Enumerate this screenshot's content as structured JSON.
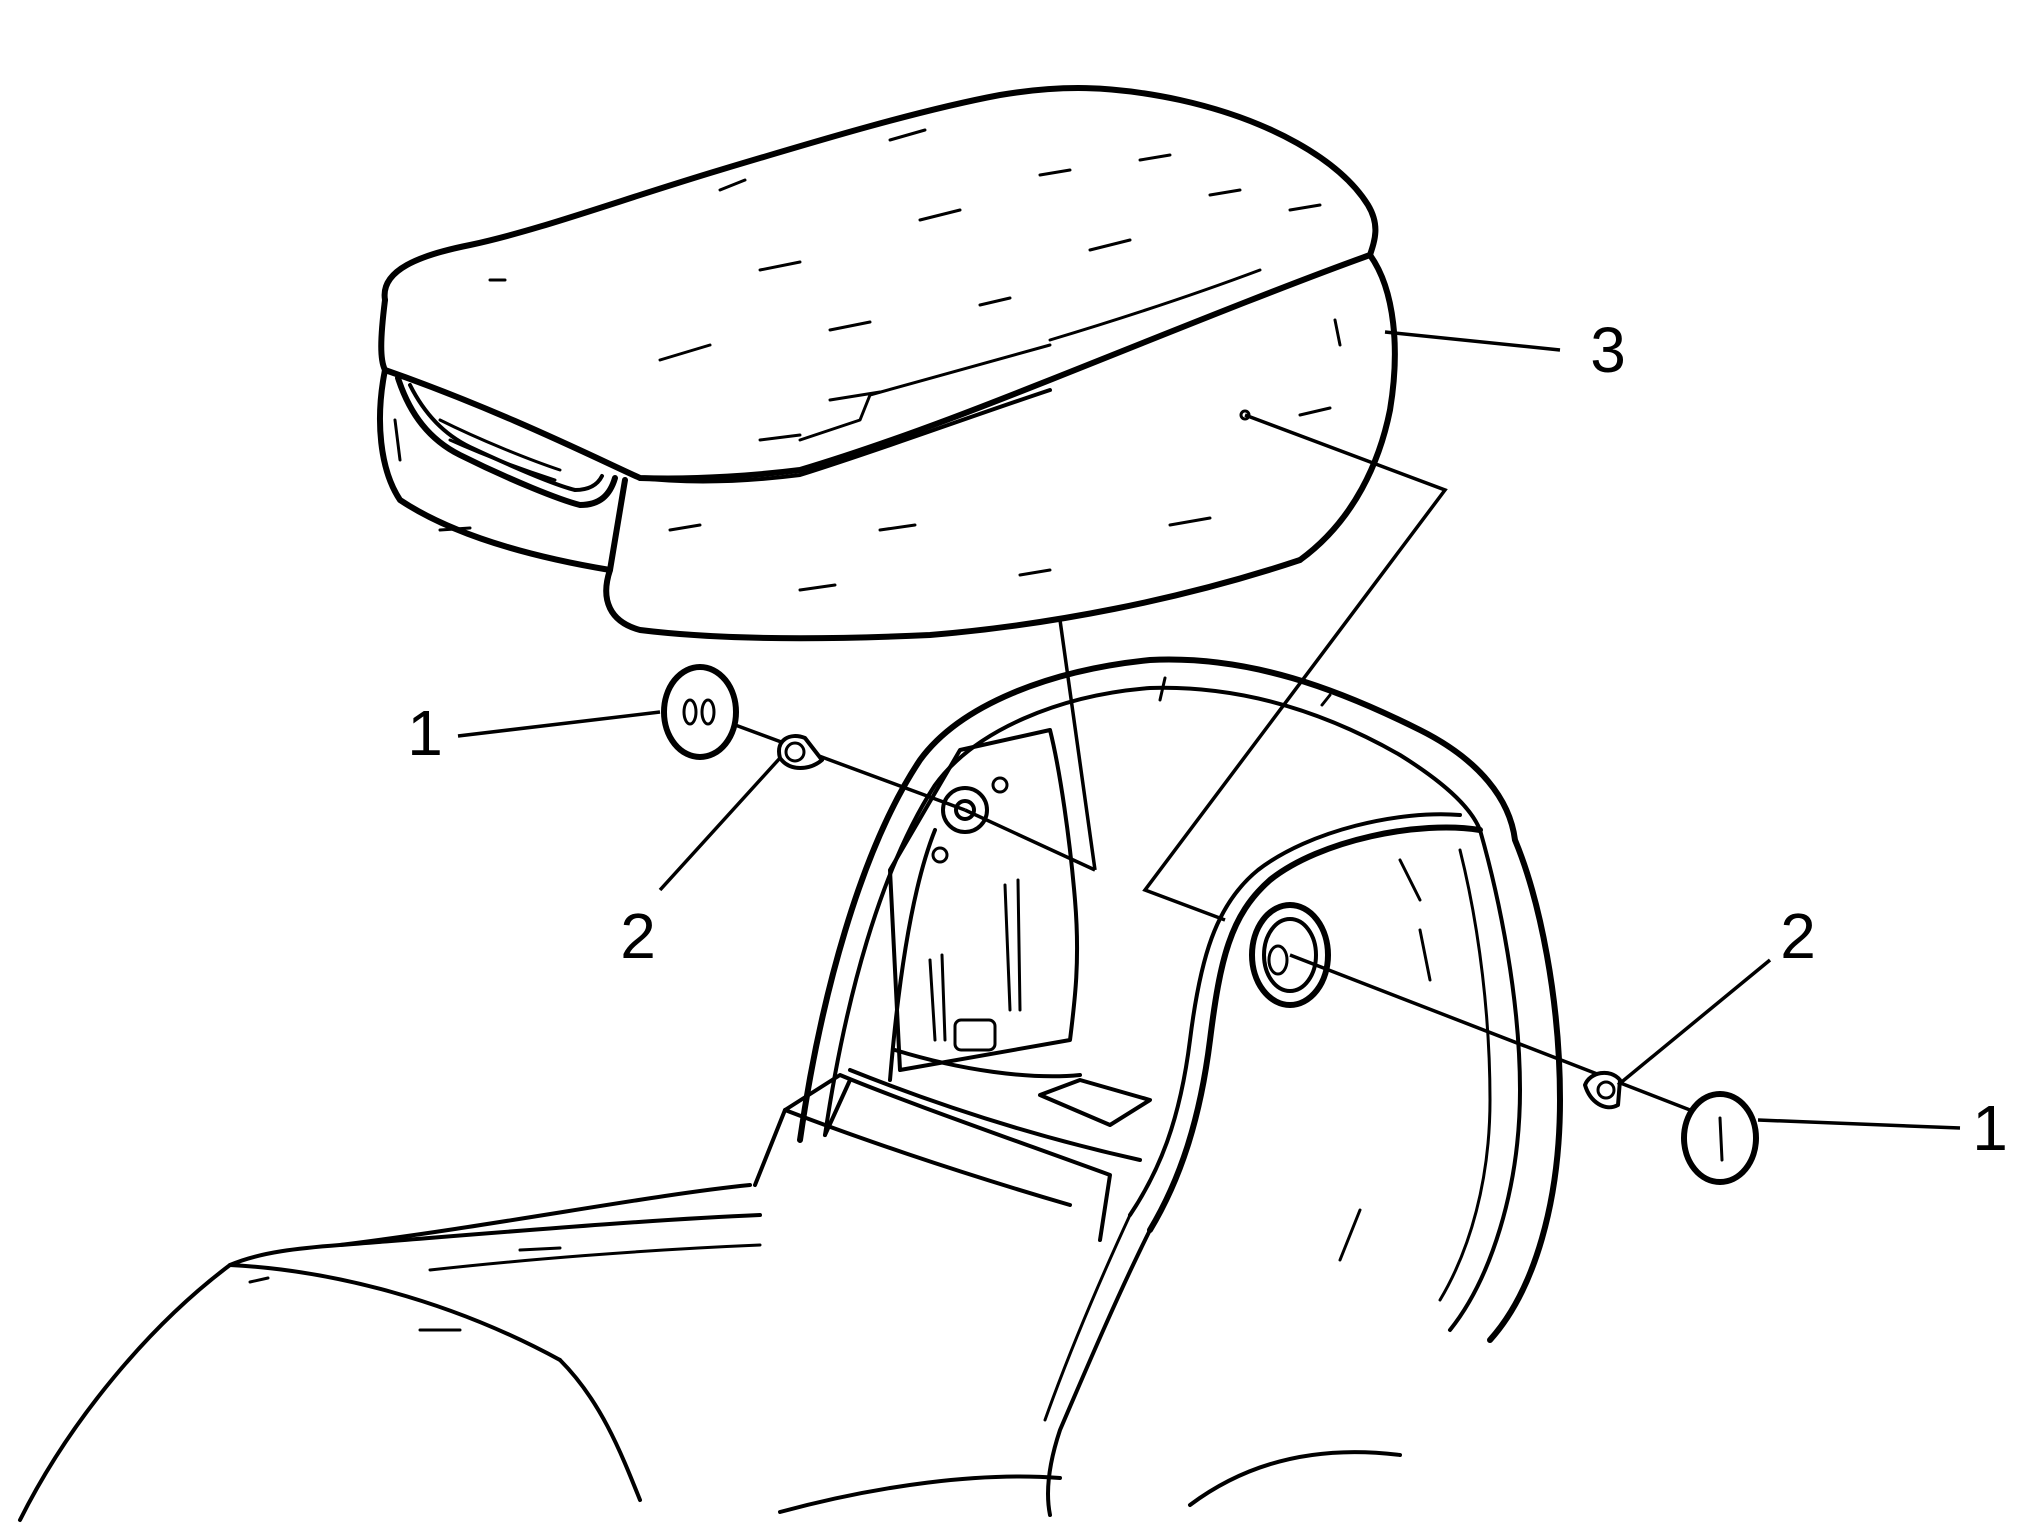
{
  "callouts": {
    "c1_left": "1",
    "c2_left": "2",
    "c3": "3",
    "c2_right": "2",
    "c1_right": "1"
  },
  "colors": {
    "line": "#000000",
    "background": "#ffffff"
  }
}
